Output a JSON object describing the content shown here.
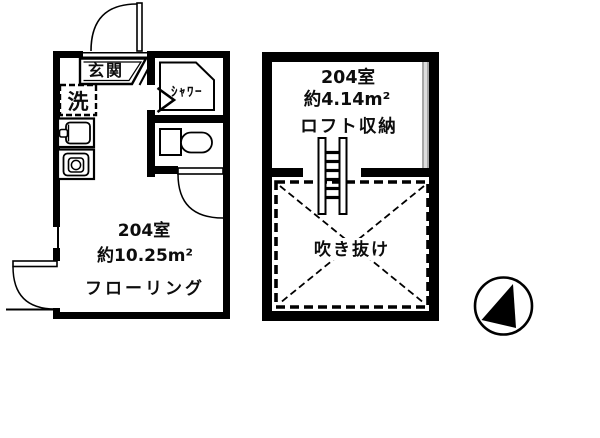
{
  "left_unit": {
    "room_number": "204室",
    "area": "約10.25m²",
    "flooring": "フローリング",
    "entrance": "玄関",
    "washer": "洗",
    "shower": "ｼｬﾜｰ"
  },
  "right_unit": {
    "room_number": "204室",
    "area": "約4.14m²",
    "loft": "ロフト収納",
    "void": "吹き抜け"
  },
  "colors": {
    "wall": "#000000",
    "background": "#ffffff",
    "pillar_gray": "#a6a6a6",
    "pillar_gray_light": "#dddddd"
  },
  "icons": {
    "compass": "north-arrow-icon",
    "ladder": "loft-ladder-icon",
    "toilet": "toilet-icon",
    "shower_stall": "shower-stall-icon",
    "sink": "sink-icon",
    "stove": "burner-icon",
    "washer_space": "washing-machine-space",
    "doors": "door-swing-arc"
  }
}
